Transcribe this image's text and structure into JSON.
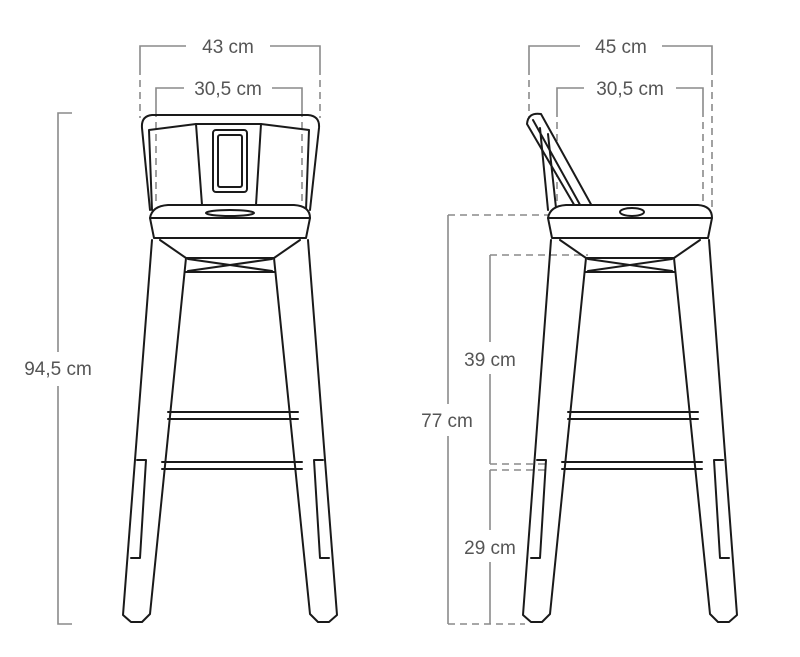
{
  "front_view": {
    "outer_width": "43 cm",
    "inner_width": "30,5 cm",
    "total_height": "94,5 cm"
  },
  "side_view": {
    "outer_depth": "45 cm",
    "inner_depth": "30,5 cm",
    "seat_height": "77 cm",
    "upper_height": "39 cm",
    "lower_height": "29 cm"
  },
  "colors": {
    "outline": "#1a1a1a",
    "dimension_line": "#8a8a8a",
    "label_text": "#555555"
  }
}
